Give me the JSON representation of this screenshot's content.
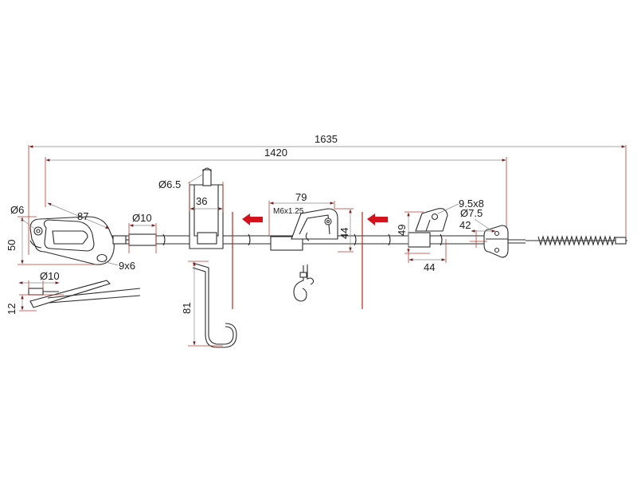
{
  "colors": {
    "outline": "#2b2b2b",
    "dimension_line": "#8a8a8a",
    "extension_line": "#c0392b",
    "flow_arrow": "#d4121b"
  },
  "dimensions": {
    "overall_length": "1635",
    "cable_length": "1420",
    "eye_diameter": "Ø6",
    "bracket_length": "87",
    "height_50": "50",
    "slot_size": "9x6",
    "end_diameter_10": "Ø10",
    "pin_diameter": "Ø10",
    "height_12": "12",
    "clip_hole": "Ø6.5",
    "clip_width": "36",
    "hook_height": "81",
    "bracket_79": "79",
    "thread": "M6x1.25",
    "bracket_44_height": "44",
    "right_slot": "9.5x8",
    "right_height_49": "49",
    "right_width_44": "44",
    "end_diameter_7_5": "Ø7.5",
    "end_length_42": "42"
  }
}
